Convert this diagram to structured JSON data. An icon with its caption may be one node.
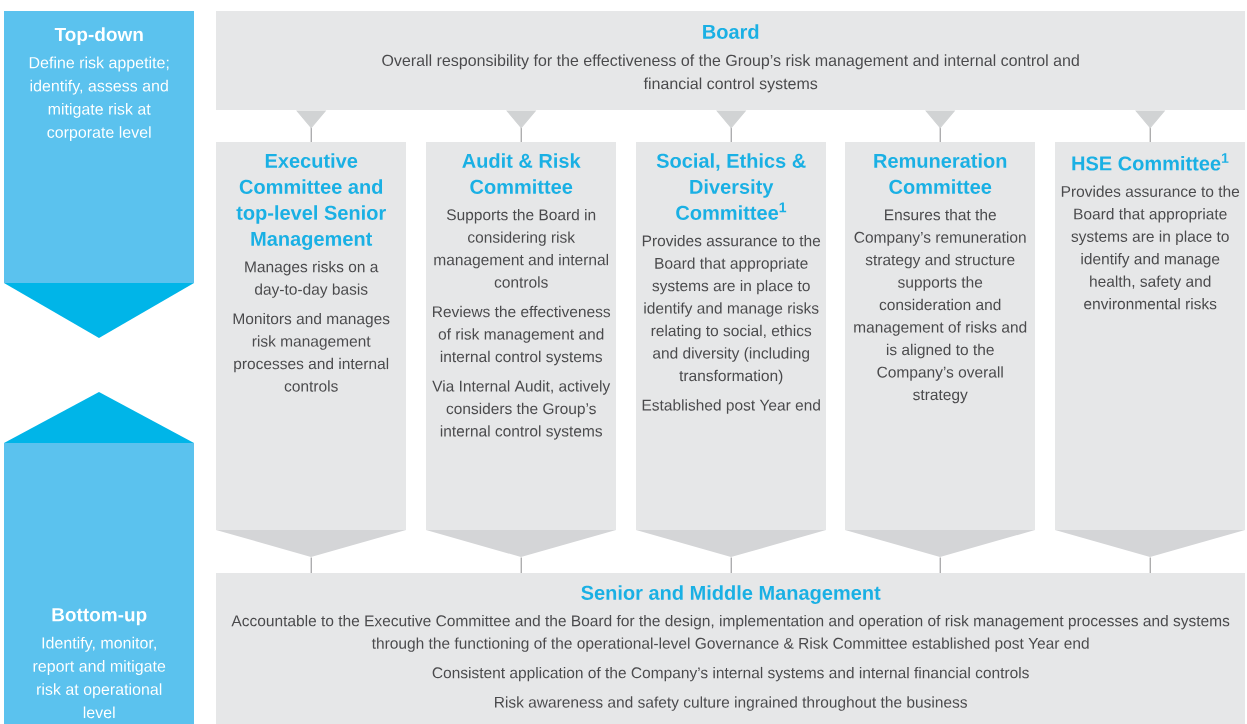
{
  "diagram": {
    "nodes": [
      {
        "text": [
          "Top-down",
          "Define risk appetite; identify, assess and mitigate risk at corporate level"
        ]
      },
      {
        "text": [
          "Bottom-up",
          "Identify, monitor, report and mitigate risk at operational level"
        ]
      },
      {
        "text": [
          "Board",
          "Overall responsibility for the effectiveness of the Group’s risk management and internal control and financial control systems"
        ]
      },
      {
        "text": [
          "Executive Committee and top-level Senior Management",
          "Manages risks on a day-to-day basis",
          "Monitors and manages risk management processes and internal controls"
        ]
      },
      {
        "text": [
          "Audit & Risk Committee",
          "Supports the Board in considering risk management and internal controls",
          "Reviews the effectiveness of risk management and internal control systems",
          "Via Internal Audit, actively considers the Group’s internal control systems"
        ]
      },
      {
        "text": [
          "Social, Ethics & Diversity Committee$^{1}$",
          "Provides assurance to the Board that appropriate systems are in place to identify and manage risks relating to social, ethics and diversity (including transformation)",
          "Established post Year end"
        ]
      },
      {
        "text": [
          "Remuneration Committee",
          "Ensures that the Company’s remuneration strategy and structure supports the consideration and management of risks and is aligned to the Company’s overall strategy"
        ]
      },
      {
        "text": [
          "HSE Committee$^{1}$",
          "Provides assurance to the Board that appropriate systems are in place to identify and manage health, safety and environmental risks"
        ]
      },
      {
        "text": [
          "Senior and Middle Management",
          "Accountable to the Executive Committee and the Board for the design, implementation and operation of risk management processes and systems through the functioning of the operational-level Governance & Risk Committee established post Year end",
          "Consistent application of the Company’s internal systems and internal financial controls",
          "Risk awareness and safety culture ingrained throughout the business"
        ]
      }
    ],
    "edges": [
      {
        "from": 2,
        "to": 3,
        "arrow": "to"
      },
      {
        "from": 2,
        "to": 4,
        "arrow": "to"
      },
      {
        "from": 2,
        "to": 5,
        "arrow": "to"
      },
      {
        "from": 2,
        "to": 6,
        "arrow": "to"
      },
      {
        "from": 2,
        "to": 7,
        "arrow": "to"
      },
      {
        "from": 3,
        "to": 8,
        "arrow": "none"
      },
      {
        "from": 4,
        "to": 8,
        "arrow": "none"
      },
      {
        "from": 5,
        "to": 8,
        "arrow": "none"
      },
      {
        "from": 6,
        "to": 8,
        "arrow": "none"
      },
      {
        "from": 7,
        "to": 8,
        "arrow": "none"
      }
    ]
  }
}
